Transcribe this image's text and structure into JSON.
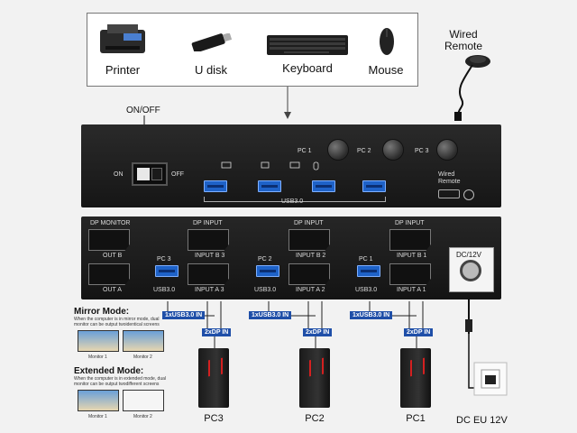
{
  "devices": {
    "printer": "Printer",
    "udisk": "U disk",
    "keyboard": "Keyboard",
    "mouse": "Mouse"
  },
  "remote_label": "Wired\nRemote",
  "onoff": "ON/OFF",
  "front": {
    "on": "ON",
    "off": "OFF",
    "pc1": "PC 1",
    "pc2": "PC 2",
    "pc3": "PC 3",
    "usb30": "USB3.0",
    "wired_remote": "Wired\nRemote"
  },
  "rear": {
    "dp_monitor": "DP MONITOR",
    "out_b": "OUT B",
    "out_a": "OUT A",
    "dp_input": "DP INPUT",
    "usb30": "USB3.0",
    "groups": [
      {
        "pc": "PC 3",
        "b": "INPUT B 3",
        "a": "INPUT A 3"
      },
      {
        "pc": "PC 2",
        "b": "INPUT B 2",
        "a": "INPUT A 2"
      },
      {
        "pc": "PC 1",
        "b": "INPUT B 1",
        "a": "INPUT A 1"
      }
    ],
    "dc": "DC/12V"
  },
  "cables": {
    "usb_in": "1xUSB3.0 IN",
    "dp_in": "2xDP IN"
  },
  "modes": {
    "mirror_title": "Mirror Mode:",
    "mirror_desc": "When the computer is in mirror mode, dual monitor can be output twoidentical screens",
    "extended_title": "Extended Mode:",
    "extended_desc": "When the computer is in extended mode, dual monitor can be output twodifferent screens",
    "monitor1": "Monitor 1",
    "monitor2": "Monitor 2"
  },
  "pcs": [
    "PC3",
    "PC2",
    "PC1"
  ],
  "power": "DC EU 12V",
  "colors": {
    "accent": "#1f4fa8",
    "panel": "#1c1c1c",
    "usb": "#1e62c8"
  }
}
